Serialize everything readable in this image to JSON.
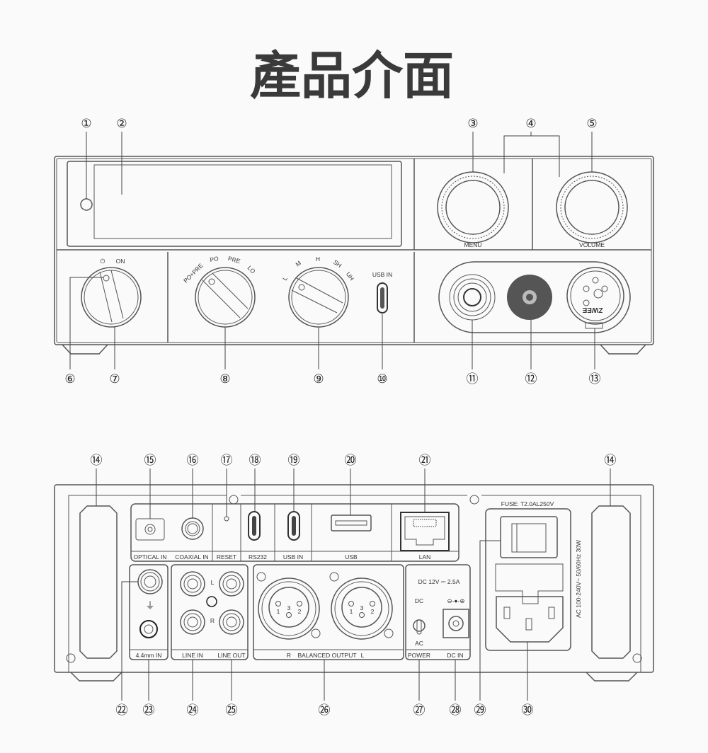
{
  "title": "產品介面",
  "front": {
    "callouts_top": [
      "①",
      "②",
      "③",
      "④",
      "⑤"
    ],
    "callouts_bottom": [
      "⑥",
      "⑦",
      "⑧",
      "⑨",
      "⑩",
      "⑪",
      "⑫",
      "⑬"
    ],
    "knob_menu_label": "MENU",
    "knob_volume_label": "VOLUME",
    "power_labels": [
      "⏻",
      "ON"
    ],
    "mode_labels": [
      "PO+PRE",
      "PO",
      "PRE",
      "LO"
    ],
    "gain_labels": [
      "L",
      "M",
      "H",
      "SH",
      "UH"
    ],
    "usb_in_label": "USB IN",
    "brand_mirrored": "ZWEE"
  },
  "rear": {
    "callouts_top": [
      "⑭",
      "⑮",
      "⑯",
      "⑰",
      "⑱",
      "⑲",
      "⑳",
      "㉑",
      "⑭"
    ],
    "callouts_bottom": [
      "㉒",
      "㉓",
      "㉔",
      "㉕",
      "㉖",
      "㉗",
      "㉘",
      "㉙",
      "㉚"
    ],
    "port_labels": [
      "OPTICAL IN",
      "COAXIAL IN",
      "RESET",
      "RS232",
      "USB IN",
      "USB",
      "LAN"
    ],
    "input_4_4_label": "4.4mm IN",
    "line_in_label": "LINE IN",
    "line_out_label": "LINE OUT",
    "rca_l": "L",
    "rca_r": "R",
    "balanced_label": "BALANCED OUTPUT",
    "balanced_r": "R",
    "balanced_l": "L",
    "xlr_pins": [
      "1",
      "3",
      "2"
    ],
    "dc_spec": "DC 12V ⎓ 2.5A",
    "dc_label": "DC",
    "ac_label": "AC",
    "polarity": "⊖-●-⊕",
    "power_label": "POWER",
    "dc_in_label": "DC IN",
    "fuse_label": "FUSE: T2.0AL250V",
    "ac_spec": "AC 100-240V~   50/60Hz   30W"
  }
}
